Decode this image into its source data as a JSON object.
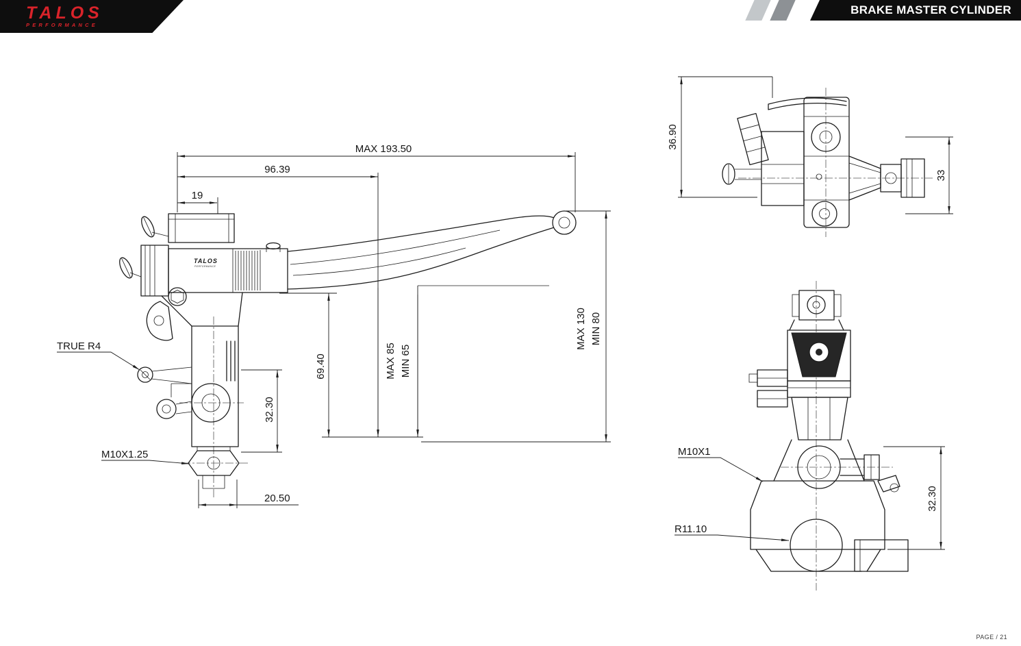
{
  "colors": {
    "brand_red": "#d9232a",
    "banner_black": "#0e0e0e",
    "line": "#1c1c1c"
  },
  "header": {
    "logo": {
      "name": "TALOS",
      "tagline": "PERFORMANCE"
    },
    "title": "BRAKE MASTER CYLINDER"
  },
  "drawing": {
    "body_logo": {
      "name": "TALOS",
      "tagline": "PERFORMANCE"
    },
    "side_view": {
      "dim_overall_max": "MAX 193.50",
      "dim_lever_pad": "96.39",
      "dim_pivot_offset": "19",
      "label_true_radius": "TRUE R4",
      "dim_body_height": "69.40",
      "dim_reach_max": "MAX 85",
      "dim_reach_min": "MIN 65",
      "dim_lower_height": "32.30",
      "dim_tip_max": "MAX 130",
      "dim_tip_min": "MIN 80",
      "label_outlet_thread": "M10X1.25",
      "dim_outlet_width": "20.50"
    },
    "top_view": {
      "dim_body_width": "36.90",
      "dim_bolt_spacing": "33"
    },
    "front_view": {
      "label_clamp_thread": "M10X1",
      "label_bore_radius": "R11.10",
      "dim_clamp_height": "32.30"
    }
  },
  "footer": {
    "page": "PAGE / 21"
  }
}
